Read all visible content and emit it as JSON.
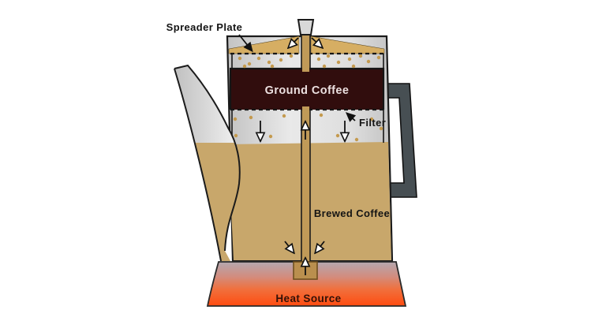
{
  "diagram": {
    "labels": {
      "spreader_plate": "Spreader Plate",
      "ground_coffee": "Ground Coffee",
      "filter": "Filter",
      "brewed_coffee": "Brewed Coffee",
      "heat_source": "Heat Source"
    },
    "colors": {
      "outline": "#1b1b1b",
      "pot_gray_edge": "#c3c3c3",
      "pot_gray_light": "#e9e9e9",
      "spout_gray_dark": "#c0c0c0",
      "spout_gray_light": "#f2f2f2",
      "brewed_coffee": "#c8a76b",
      "tube": "#c09a58",
      "spray_wedge": "#d6ae63",
      "grounds_dot": "#c49a4e",
      "ground_coffee_band": "#310d0d",
      "ground_coffee_text": "#ece0e0",
      "handle": "#474f53",
      "knob": "#d9d9d9",
      "well_fill": "#ba8f4e",
      "well_border": "#70501e",
      "heat_top": "#b4a8af",
      "heat_mid1": "#d28d7f",
      "heat_mid2": "#f0703d",
      "heat_bottom": "#ff4c10",
      "heat_text": "#331107"
    }
  }
}
